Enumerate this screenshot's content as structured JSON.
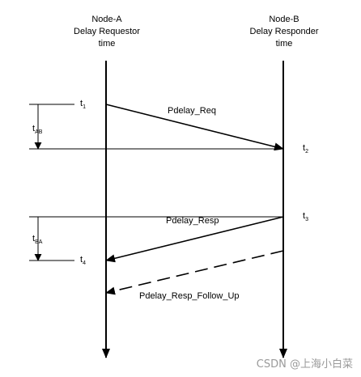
{
  "node_a": {
    "line1": "Node-A",
    "line2": "Delay Requestor",
    "line3": "time"
  },
  "node_b": {
    "line1": "Node-B",
    "line2": "Delay Responder",
    "line3": "time"
  },
  "messages": {
    "req": "Pdelay_Req",
    "resp": "Pdelay_Resp",
    "follow_up": "Pdelay_Resp_Follow_Up"
  },
  "timestamps": {
    "t1": {
      "base": "t",
      "sub": "1"
    },
    "t2": {
      "base": "t",
      "sub": "2"
    },
    "t3": {
      "base": "t",
      "sub": "3"
    },
    "t4": {
      "base": "t",
      "sub": "4"
    }
  },
  "intervals": {
    "tab": {
      "base": "t",
      "sub": "AB"
    },
    "tba": {
      "base": "t",
      "sub": "BA"
    }
  },
  "watermark": "CSDN @上海小白菜"
}
